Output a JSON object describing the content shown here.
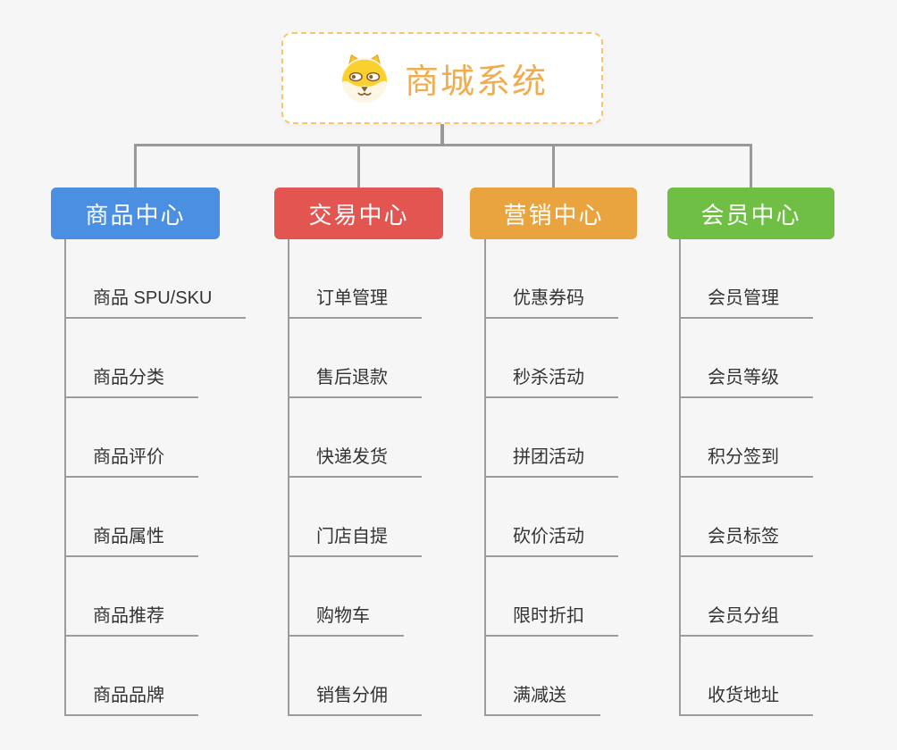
{
  "root": {
    "title": "商城系统",
    "icon": "shiba-dog-icon",
    "title_color": "#F0AD4E",
    "border_color": "#F6C66F"
  },
  "colors": {
    "background": "#F6F6F6",
    "connector": "#999999",
    "leaf_text": "#333333"
  },
  "branches": [
    {
      "label": "商品中心",
      "color": "#4B8FE2",
      "items": [
        "商品 SPU/SKU",
        "商品分类",
        "商品评价",
        "商品属性",
        "商品推荐",
        "商品品牌"
      ]
    },
    {
      "label": "交易中心",
      "color": "#E25551",
      "items": [
        "订单管理",
        "售后退款",
        "快递发货",
        "门店自提",
        "购物车",
        "销售分佣"
      ]
    },
    {
      "label": "营销中心",
      "color": "#E9A43F",
      "items": [
        "优惠券码",
        "秒杀活动",
        "拼团活动",
        "砍价活动",
        "限时折扣",
        "满减送"
      ]
    },
    {
      "label": "会员中心",
      "color": "#6FBF45",
      "items": [
        "会员管理",
        "会员等级",
        "积分签到",
        "会员标签",
        "会员分组",
        "收货地址"
      ]
    }
  ]
}
